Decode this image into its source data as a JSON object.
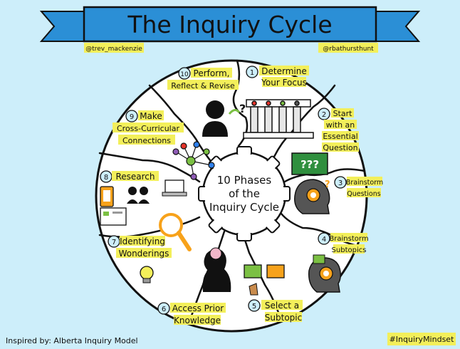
{
  "title": "The Inquiry Cycle",
  "authors": {
    "left": "@trev_mackenzie",
    "right": "@rbathursthunt"
  },
  "footer": {
    "credit": "Inspired by: Alberta Inquiry Model",
    "hashtag": "#InquiryMindset"
  },
  "center": {
    "line1": "10 Phases",
    "line2": "of the",
    "line3": "Inquiry Cycle"
  },
  "phases": [
    {
      "num": "1",
      "lines": [
        "Determine",
        "Your Focus"
      ]
    },
    {
      "num": "2",
      "lines": [
        "Start",
        "with an",
        "Essential",
        "Question"
      ]
    },
    {
      "num": "3",
      "lines": [
        "Brainstorm",
        "Questions"
      ]
    },
    {
      "num": "4",
      "lines": [
        "Brainstorm",
        "Subtopics"
      ]
    },
    {
      "num": "5",
      "lines": [
        "Select a",
        "Subtopic"
      ]
    },
    {
      "num": "6",
      "lines": [
        "Access Prior",
        "Knowledge"
      ]
    },
    {
      "num": "7",
      "lines": [
        "Identifying",
        "Wonderings"
      ]
    },
    {
      "num": "8",
      "lines": [
        "Research"
      ]
    },
    {
      "num": "9",
      "lines": [
        "Make",
        "Cross-Curricular",
        "Connections"
      ]
    },
    {
      "num": "10",
      "lines": [
        "Perform,",
        "Reflect & Revise"
      ]
    }
  ],
  "icon_text": {
    "question_board": "???"
  },
  "colors": {
    "background": "#cdeefa",
    "banner": "#2b8fd6",
    "highlight": "#f3ef5a",
    "outline": "#111111",
    "paper": "#ffffff",
    "green": "#7bc043",
    "orange": "#f7a21b",
    "purple": "#8e5bb5",
    "red": "#e5332a",
    "blue": "#2f80ed"
  }
}
